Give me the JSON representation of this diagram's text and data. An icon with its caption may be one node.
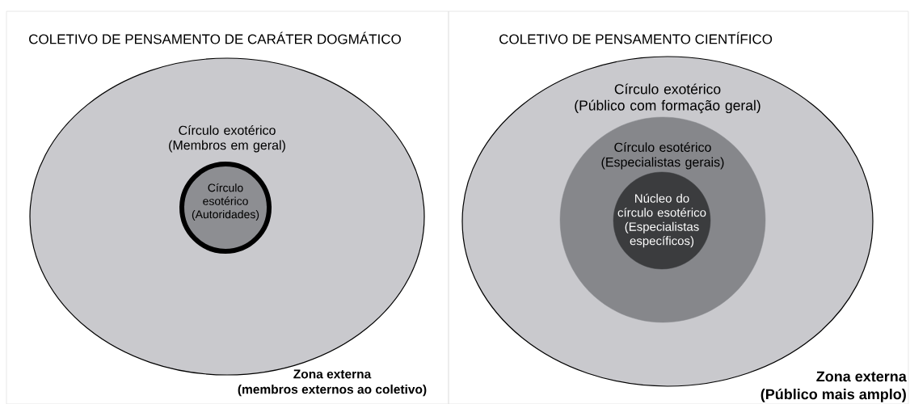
{
  "diagram": {
    "nodes": [
      {
        "text": [
          "COLETIVO DE PENSAMENTO DE CARÁTER DOGMÁTICO",
          "Zona externa",
          "(membros externos ao coletivo)"
        ]
      },
      {
        "text": [
          "Círculo exotérico",
          "(Membros em geral)"
        ],
        "in": 0
      },
      {
        "text": [
          "Círculo esotérico (Autoridades)"
        ],
        "in": 1
      },
      {
        "text": [
          "COLETIVO DE PENSAMENTO CIENTÍFICO",
          "Zona externa",
          "(Público mais amplo)"
        ]
      },
      {
        "text": [
          "Círculo exotérico",
          "(Público com formação geral)"
        ],
        "in": 3
      },
      {
        "text": [
          "Círculo esotérico",
          "(Especialistas gerais)"
        ],
        "in": 4
      },
      {
        "text": [
          "Núcleo do círculo esotérico (Especialistas específicos)"
        ],
        "in": 5
      }
    ]
  }
}
